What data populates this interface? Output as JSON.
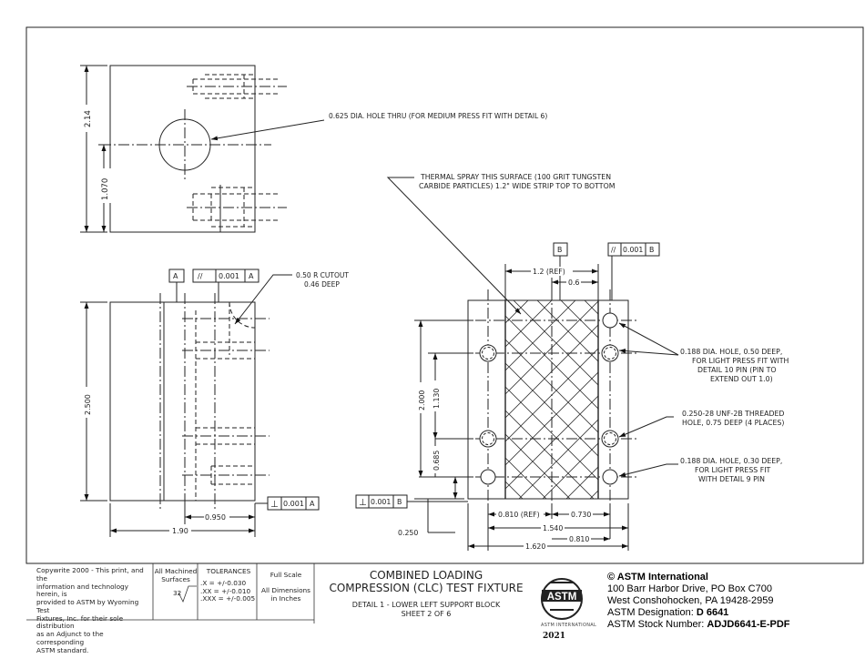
{
  "top_view": {
    "dim_height": "2.14",
    "dim_hole_center": "1.070",
    "hole_note": "0.625 DIA. HOLE THRU  (FOR MEDIUM PRESS FIT WITH DETAIL 6)"
  },
  "front_view": {
    "datum_a": "A",
    "parallel_symbol": "//",
    "parallel_tol": "0.001",
    "parallel_ref": "A",
    "cutout_note_1": "0.50 R CUTOUT",
    "cutout_note_2": "0.46 DEEP",
    "dim_height": "2.500",
    "dim_950": "0.950",
    "dim_190": "1.90",
    "perp_symbol": "⊥",
    "perp_tol": "0.001",
    "perp_ref": "A"
  },
  "side_view": {
    "thermal_note_1": "THERMAL SPRAY THIS SURFACE  (100 GRIT TUNGSTEN",
    "thermal_note_2": "CARBIDE PARTICLES)  1.2\" WIDE STRIP TOP TO BOTTOM",
    "datum_b": "B",
    "parallel_symbol": "//",
    "parallel_tol": "0.001",
    "parallel_ref": "B",
    "dim_12": "1.2 (REF)",
    "dim_06": "0.6",
    "dim_2000": "2.000",
    "dim_1130": "1.130",
    "dim_0685": "0.685",
    "dim_0250": "0.250",
    "dim_0810ref": "0.810 (REF)",
    "dim_0730": "0.730",
    "dim_1540": "1.540",
    "dim_0810": "0.810",
    "dim_1620": "1.620",
    "perp_symbol": "⊥",
    "perp_tol": "0.001",
    "perp_ref": "B",
    "note_hole1_1": "0.188 DIA. HOLE, 0.50 DEEP,",
    "note_hole1_2": "FOR LIGHT PRESS FIT WITH",
    "note_hole1_3": "DETAIL 10 PIN  (PIN TO",
    "note_hole1_4": "EXTEND OUT 1.0)",
    "note_thread_1": "0.250-28 UNF-2B THREADED",
    "note_thread_2": "HOLE, 0.75 DEEP  (4 PLACES)",
    "note_hole2_1": "0.188 DIA. HOLE, 0.30 DEEP,",
    "note_hole2_2": "FOR LIGHT PRESS FIT",
    "note_hole2_3": "WITH DETAIL 9 PIN"
  },
  "title_block": {
    "copyright_1": "Copywrite 2000 - This print, and the",
    "copyright_2": "information and technology herein, is",
    "copyright_3": "provided to ASTM by Wyoming Test",
    "copyright_4": "Fixtures, Inc. for their sole distribution",
    "copyright_5": "as an Adjunct to the corresponding",
    "copyright_6": "ASTM standard.",
    "machined_1": "All Machined",
    "machined_2": "Surfaces",
    "finish": "32",
    "tol_head": "TOLERANCES",
    "tol_1": ".X    = +/-0.030",
    "tol_2": ".XX   = +/-0.010",
    "tol_3": ".XXX = +/-0.005",
    "scale": "Full Scale",
    "dims_1": "All Dimensions",
    "dims_2": "in Inches",
    "title_1": "COMBINED LOADING",
    "title_2": "COMPRESSION (CLC) TEST FIXTURE",
    "detail": "DETAIL 1 - LOWER LEFT SUPPORT BLOCK",
    "sheet": "SHEET 2 OF 6"
  },
  "astm": {
    "copyright": "© ASTM International",
    "address_1": "100 Barr Harbor Drive, PO Box C700",
    "address_2": "West Conshohocken, PA  19428-2959",
    "designation_label": "ASTM Designation:",
    "designation": "D 6641",
    "stock_label": "ASTM Stock Number:",
    "stock": "ADJD6641-E-PDF",
    "logo_text": "ASTM",
    "logo_caption": "ASTM INTERNATIONAL",
    "year": "2021"
  }
}
